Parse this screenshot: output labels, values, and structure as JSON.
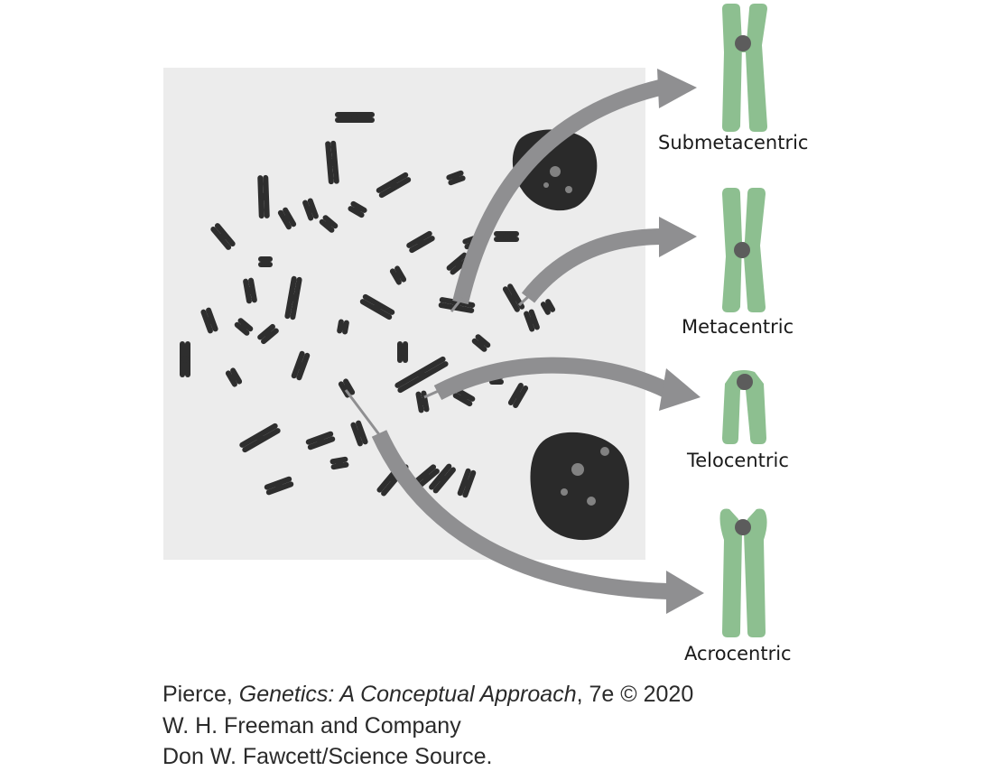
{
  "labels": {
    "submetacentric": "Submetacentric",
    "metacentric": "Metacentric",
    "telocentric": "Telocentric",
    "acrocentric": "Acrocentric"
  },
  "credit": {
    "author": "Pierce, ",
    "title": "Genetics: A Conceptual Approach",
    "edition": ", 7e © 2020",
    "publisher": "W. H. Freeman and Company",
    "photo": "Don W. Fawcett/Science Source."
  },
  "colors": {
    "chromosome_green": "#8dbf90",
    "centromere": "#5c5c5c",
    "arrow": "#8f8f91",
    "micrograph_bg": "#ececec",
    "micrograph_chromosome": "#2e2e2e"
  }
}
